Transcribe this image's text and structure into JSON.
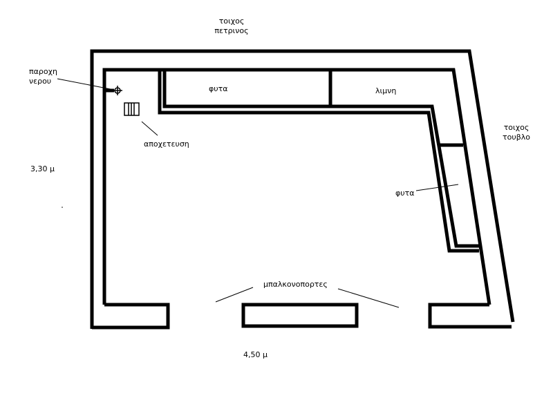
{
  "labels": {
    "wall_stone_line1": "τοιχος",
    "wall_stone_line2": "πετρινος",
    "wall_brick_line1": "τοιχος",
    "wall_brick_line2": "τουβλο",
    "water_supply_line1": "παροχη",
    "water_supply_line2": "νερου",
    "drain": "αποχετευση",
    "plants_top": "φυτα",
    "pond": "λιμνη",
    "plants_right": "φυτα",
    "balcony_doors": "μπαλκονοπορτες",
    "dim_height": "3,30 μ",
    "dim_width": "4,50 μ"
  },
  "colors": {
    "ink": "#000000",
    "background": "#ffffff"
  }
}
